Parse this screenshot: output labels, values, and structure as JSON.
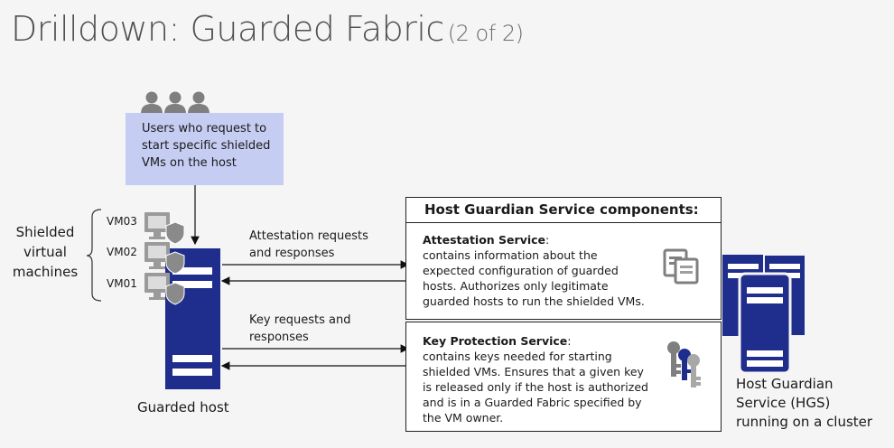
{
  "title": {
    "main": "Drilldown:  Guarded Fabric",
    "sub": "(2 of 2)"
  },
  "users": {
    "icon": "users-icon",
    "lines": [
      "Users who request to",
      "start specific shielded",
      "VMs on the host"
    ]
  },
  "shielded_vms": {
    "label_lines": [
      "Shielded",
      "virtual",
      "machines"
    ],
    "vms": [
      "VM03",
      "VM02",
      "VM01"
    ]
  },
  "arrows": {
    "attestation_lines": [
      "Attestation requests",
      "and responses"
    ],
    "key_lines": [
      "Key requests and",
      "responses"
    ]
  },
  "guarded_host": {
    "label": "Guarded host"
  },
  "hgs_panel": {
    "header": "Host Guardian Service components:",
    "attestation": {
      "name": "Attestation Service",
      "colon": ":",
      "lines": [
        "contains information about the",
        "expected configuration of guarded",
        "hosts. Authorizes only legitimate",
        "guarded hosts to run the shielded VMs."
      ]
    },
    "key_protection": {
      "name": "Key Protection Service",
      "colon": ":",
      "lines": [
        "contains keys needed for starting",
        "shielded VMs. Ensures that a given key",
        "is released only if the host is authorized",
        "and is in a Guarded Fabric specified by",
        "the VM owner."
      ]
    }
  },
  "hgs_cluster": {
    "label_lines": [
      "Host Guardian",
      "Service (HGS)",
      "running on a cluster"
    ]
  },
  "colors": {
    "navy": "#1f2d8c",
    "users_box": "#c5cdf2",
    "icon_gray": "#7f7f7f"
  }
}
